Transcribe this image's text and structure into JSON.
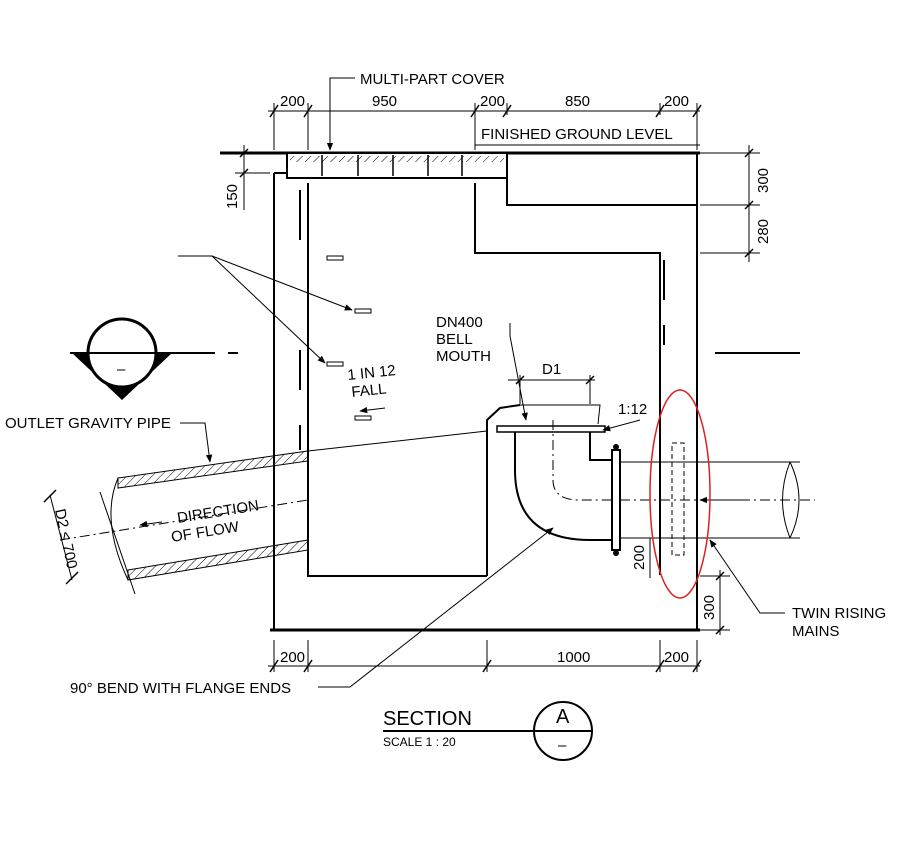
{
  "labels": {
    "cover": "MULTI-PART COVER",
    "finished_ground": "FINISHED  GROUND  LEVEL",
    "bell_mouth_1": "DN400",
    "bell_mouth_2": "BELL",
    "bell_mouth_3": "MOUTH",
    "fall_1": "1  IN   12",
    "fall_2": "FALL",
    "slope": "1:12",
    "d1": "D1",
    "outlet": "OUTLET  GRAVITY  PIPE",
    "flow_1": "DIRECTION",
    "flow_2": "OF  FLOW",
    "d2": "D2 ≤ 700",
    "bend": "90° BEND  WITH  FLANGE  ENDS",
    "rising_1": "TWIN  RISING",
    "rising_2": "MAINS",
    "section_title": "SECTION",
    "section_scale": "SCALE  1 : 20",
    "section_letter": "A",
    "section_sheet": "–",
    "level_dash": "–"
  },
  "dimensions": {
    "top_200_a": "200",
    "top_950": "950",
    "top_200_b": "200",
    "top_850": "850",
    "top_200_c": "200",
    "left_150": "150",
    "right_300": "300",
    "right_280": "280",
    "bottom_200_a": "200",
    "bottom_1000": "1000",
    "bottom_200_b": "200",
    "inner_200": "200",
    "base_300": "300"
  },
  "colors": {
    "ink": "#000000",
    "highlight": "#e02020",
    "background": "#ffffff"
  }
}
